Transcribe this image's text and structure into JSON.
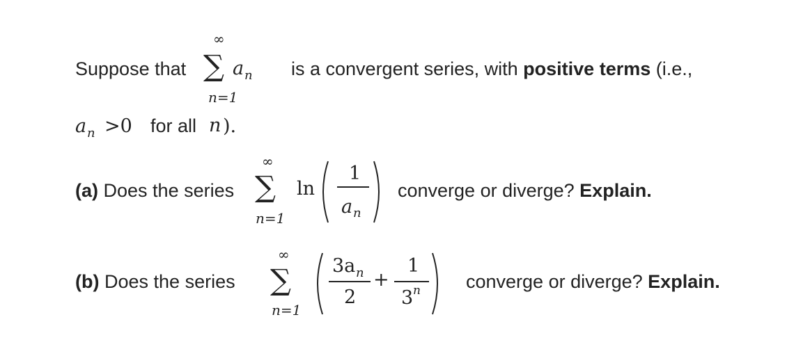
{
  "intro": {
    "before": "Suppose that",
    "sum_upper": "∞",
    "sum_symbol": "∑",
    "sum_lower": "n=1",
    "term": "a",
    "term_sub": "n",
    "after_plain": "is a convergent series, with",
    "after_bold": "positive terms",
    "after_end": "(i.e.,",
    "line2_term": "a",
    "line2_sub": "n",
    "line2_rel": ">0",
    "line2_text": "for all",
    "line2_var": "n",
    "line2_end": ")."
  },
  "part_a": {
    "label": "(a)",
    "text": "Does the series",
    "sum_upper": "∞",
    "sum_symbol": "∑",
    "sum_lower": "n=1",
    "func": "ln",
    "num": "1",
    "den": "a",
    "den_sub": "n",
    "after": "converge or diverge?",
    "bold": "Explain."
  },
  "part_b": {
    "label": "(b)",
    "text": "Does the series",
    "sum_upper": "∞",
    "sum_symbol": "∑",
    "sum_lower": "n=1",
    "num1": "3a",
    "num1_sub": "n",
    "den1": "2",
    "plus": "+",
    "num2": "1",
    "den2": "3",
    "den2_sup": "n",
    "after": "converge or diverge?",
    "bold": "Explain."
  }
}
